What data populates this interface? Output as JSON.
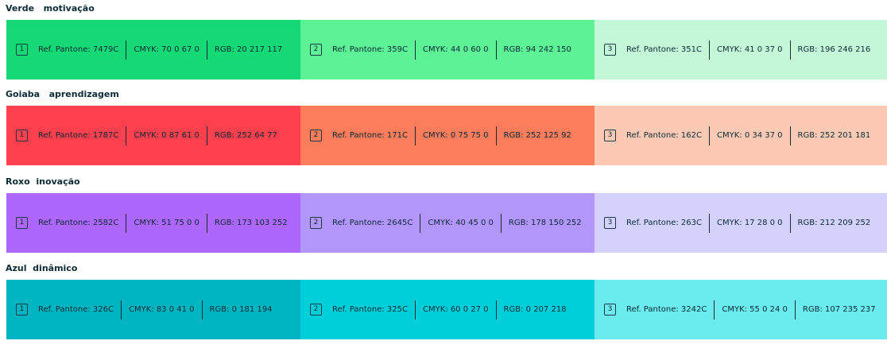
{
  "groups": [
    {
      "title": "Verde   motivação",
      "swatches": [
        {
          "num": "1",
          "pantone": "Ref. Pantone: 7479C",
          "cmyk": "CMYK: 70 0 67 0",
          "rgb": "RGB: 20 217 117",
          "color": "#14d975"
        },
        {
          "num": "2",
          "pantone": "Ref. Pantone: 359C",
          "cmyk": "CMYK: 44 0 60 0",
          "rgb": "RGB: 94 242 150",
          "color": "#5ef296"
        },
        {
          "num": "3",
          "pantone": "Ref. Pantone: 351C",
          "cmyk": "CMYK: 41 0 37 0",
          "rgb": "RGB: 196 246 216",
          "color": "#c4f6d8"
        }
      ]
    },
    {
      "title": "Goiaba   aprendizagem",
      "swatches": [
        {
          "num": "1",
          "pantone": "Ref. Pantone: 1787C",
          "cmyk": "CMYK: 0 87 61 0",
          "rgb": "RGB: 252 64 77",
          "color": "#fc404d"
        },
        {
          "num": "2",
          "pantone": "Ref. Pantone: 171C",
          "cmyk": "CMYK: 0 75 75 0",
          "rgb": "RGB: 252 125 92",
          "color": "#fc7d5c"
        },
        {
          "num": "3",
          "pantone": "Ref. Pantone: 162C",
          "cmyk": "CMYK: 0 34 37 0",
          "rgb": "RGB: 252 201 181",
          "color": "#fcc9b5"
        }
      ]
    },
    {
      "title": "Roxo  inovação",
      "swatches": [
        {
          "num": "1",
          "pantone": "Ref. Pantone: 2582C",
          "cmyk": "CMYK: 51 75 0 0",
          "rgb": "RGB: 173 103 252",
          "color": "#ad67fc"
        },
        {
          "num": "2",
          "pantone": "Ref. Pantone: 2645C",
          "cmyk": "CMYK: 40 45 0 0",
          "rgb": "RGB: 178 150 252",
          "color": "#b296fc"
        },
        {
          "num": "3",
          "pantone": "Ref. Pantone: 263C",
          "cmyk": "CMYK: 17 28 0 0",
          "rgb": "RGB: 212 209 252",
          "color": "#d4d1fc"
        }
      ]
    },
    {
      "title": "Azul  dinâmico",
      "swatches": [
        {
          "num": "1",
          "pantone": "Ref. Pantone: 326C",
          "cmyk": "CMYK: 83 0 41 0",
          "rgb": "RGB: 0 181 194",
          "color": "#00b5c2"
        },
        {
          "num": "2",
          "pantone": "Ref. Pantone: 325C",
          "cmyk": "CMYK: 60 0 27 0",
          "rgb": "RGB: 0 207 218",
          "color": "#00cfda"
        },
        {
          "num": "3",
          "pantone": "Ref. Pantone: 3242C",
          "cmyk": "CMYK: 55 0 24 0",
          "rgb": "RGB: 107 235 237",
          "color": "#6bebed"
        }
      ]
    }
  ]
}
